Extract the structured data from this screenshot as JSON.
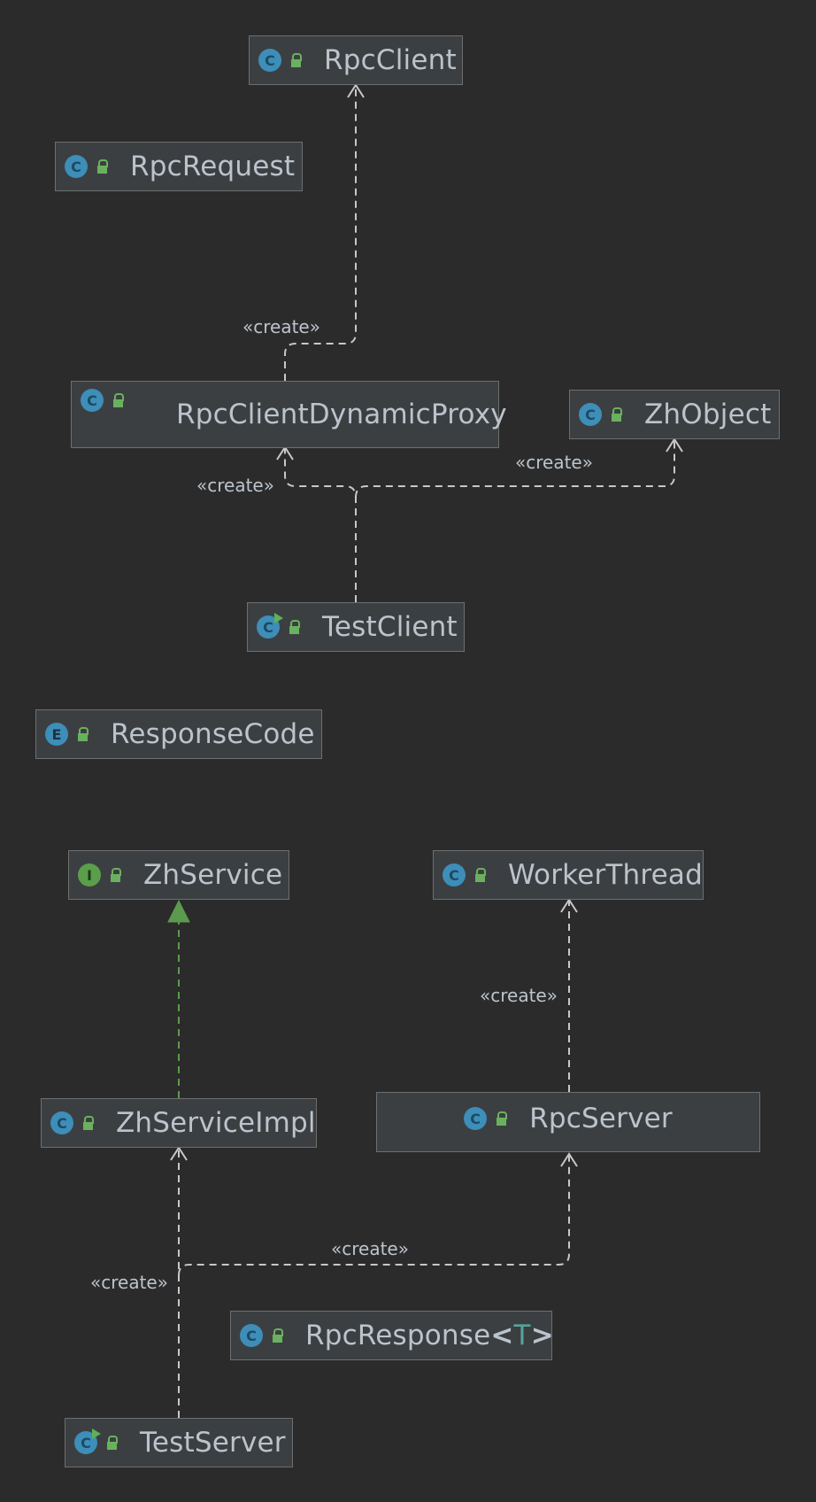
{
  "nodes": {
    "rpc_client": {
      "name": "RpcClient",
      "kind_letter": "C"
    },
    "rpc_request": {
      "name": "RpcRequest",
      "kind_letter": "C"
    },
    "rpc_client_dynamic_proxy": {
      "name": "RpcClientDynamicProxy",
      "kind_letter": "C"
    },
    "zh_object": {
      "name": "ZhObject",
      "kind_letter": "C"
    },
    "test_client": {
      "name": "TestClient",
      "kind_letter": "C"
    },
    "response_code": {
      "name": "ResponseCode",
      "kind_letter": "E"
    },
    "zh_service": {
      "name": "ZhService",
      "kind_letter": "I"
    },
    "worker_thread": {
      "name": "WorkerThread",
      "kind_letter": "C"
    },
    "zh_service_impl": {
      "name": "ZhServiceImpl",
      "kind_letter": "C"
    },
    "rpc_server": {
      "name": "RpcServer",
      "kind_letter": "C"
    },
    "rpc_response": {
      "name": "RpcResponse",
      "type_open": "<",
      "type_param": "T",
      "type_close": ">",
      "kind_letter": "C"
    },
    "test_server": {
      "name": "TestServer",
      "kind_letter": "C"
    }
  },
  "edge_labels": {
    "proxy_to_client": "«create»",
    "testclient_to_proxy": "«create»",
    "testclient_to_zhobject": "«create»",
    "rpcserver_to_worker": "«create»",
    "testserver_to_rpcserver": "«create»",
    "testserver_to_impl": "«create»"
  },
  "colors": {
    "background": "#2b2b2b",
    "node_fill": "#3c3f41",
    "dependency_edge": "#c8c8c8",
    "realization_edge": "#5c9a4e"
  }
}
